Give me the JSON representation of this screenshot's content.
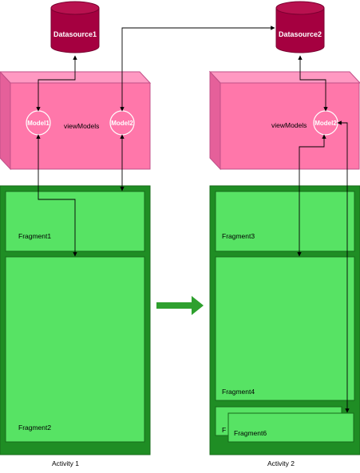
{
  "diagram": {
    "datasources": {
      "ds1": "Datasource1",
      "ds2": "Datasource2"
    },
    "models": {
      "model1": "Model1",
      "model2_left": "Model2",
      "model2_right": "Model2"
    },
    "view_models_label": {
      "left": "viewModels",
      "right": "viewModels"
    },
    "fragments": {
      "fragment1": "Fragment1",
      "fragment2": "Fragment2",
      "fragment3": "Fragment3",
      "fragment4": "Fragment4",
      "fragment5_partial": "F",
      "fragment6": "Fragment6"
    },
    "activities": {
      "activity1": "Activity 1",
      "activity2": "Activity 2"
    },
    "colors": {
      "datasource_fill": "#a50040",
      "box_pink": "#ff77aa",
      "box_pink_side": "#e5609a",
      "activity_dark_green": "#1f8d24",
      "fragment_light_green": "#57e364",
      "transition_arrow": "#2ea02e",
      "line": "#000000"
    }
  }
}
